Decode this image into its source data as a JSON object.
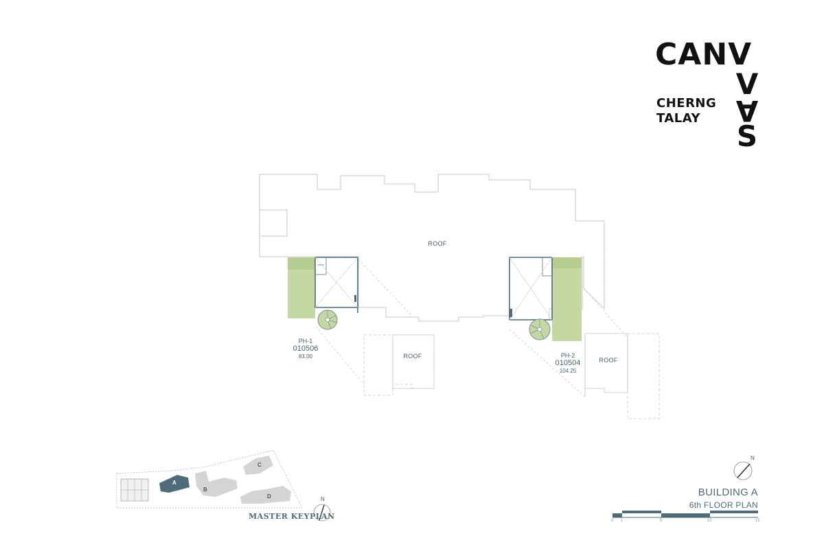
{
  "brand": {
    "name_top": "CANV",
    "name_side_1": "V",
    "name_side_2": "A",
    "name_side_3": "S",
    "sub_line_1": "CHERNG",
    "sub_line_2": "TALAY"
  },
  "plan": {
    "roof_main": "ROOF",
    "roof_left": "ROOF",
    "roof_right": "ROOF",
    "units": [
      {
        "name": "PH-1",
        "code": "010506",
        "area": "83.00"
      },
      {
        "name": "PH-2",
        "code": "010504",
        "area": "104.25"
      }
    ]
  },
  "keyplan": {
    "title": "MASTER KEYPLAN",
    "buildings": [
      "A",
      "B",
      "C",
      "D"
    ],
    "north": "N"
  },
  "footer": {
    "building": "BUILDING A",
    "floor": "6th FLOOR PLAN",
    "north": "N",
    "scale_ticks": [
      "0",
      "1",
      "5",
      "10",
      "15"
    ]
  },
  "colors": {
    "unit_fill": "#c4d9a2",
    "wall": "#4f6a78",
    "outline": "#d3d3d3",
    "highlight_building": "#4f6a78"
  }
}
